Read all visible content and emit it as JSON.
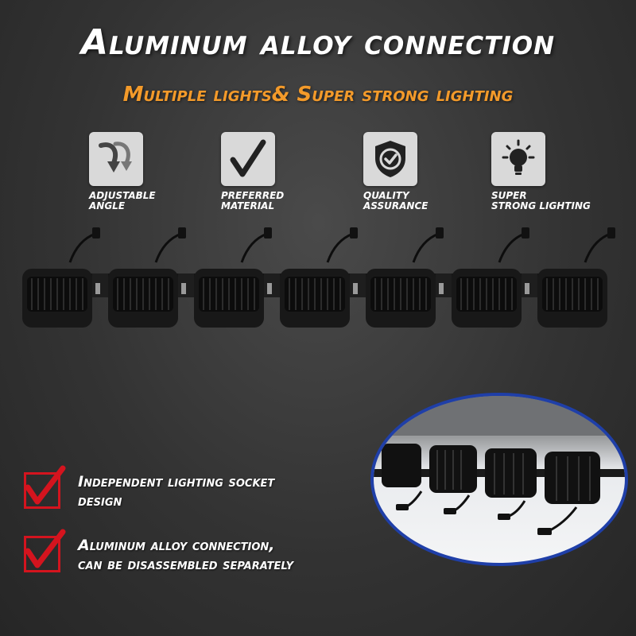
{
  "header": {
    "title": "Aluminum alloy connection",
    "subtitle": "Multiple lights& Super strong lighting"
  },
  "features": [
    {
      "icon": "adjustable-angle-icon",
      "label": "ADJUSTABLE\nANGLE"
    },
    {
      "icon": "checkmark-icon",
      "label": "PREFERRED\nMATERIAL"
    },
    {
      "icon": "quality-shield-icon",
      "label": "QUALITY\nASSURANCE"
    },
    {
      "icon": "light-bulb-icon",
      "label": "SUPER\nSTRONG LIGHTING"
    }
  ],
  "product": {
    "light_count": 7
  },
  "benefits": [
    {
      "line1": "Independent lighting socket",
      "line2": "design"
    },
    {
      "line1": "Aluminum alloy connection,",
      "line2": "can be disassembled separately"
    }
  ],
  "colors": {
    "accent_orange": "#f39a2a",
    "check_red": "#d4141e",
    "frame_blue": "#1f3fa8",
    "background": "#333333"
  }
}
